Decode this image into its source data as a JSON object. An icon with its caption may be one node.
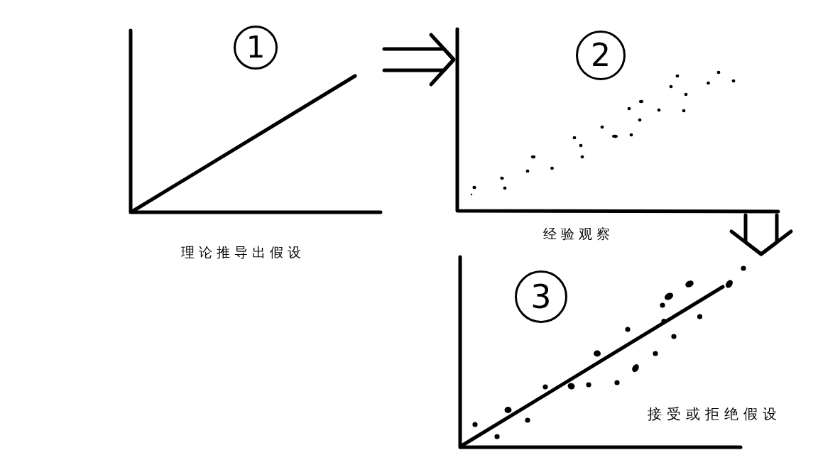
{
  "diagram": {
    "nodes": [
      {
        "text": [
          "1"
        ],
        "beside": [
          "理论推导出假设"
        ]
      },
      {
        "text": [
          "2"
        ],
        "beside": [
          "经验观察"
        ]
      },
      {
        "text": [
          "3",
          "接受或拒绝假设"
        ]
      }
    ],
    "edges": [
      {
        "from": 0,
        "to": 1,
        "arrow": "to"
      },
      {
        "from": 1,
        "to": 2,
        "arrow": "to"
      }
    ]
  }
}
